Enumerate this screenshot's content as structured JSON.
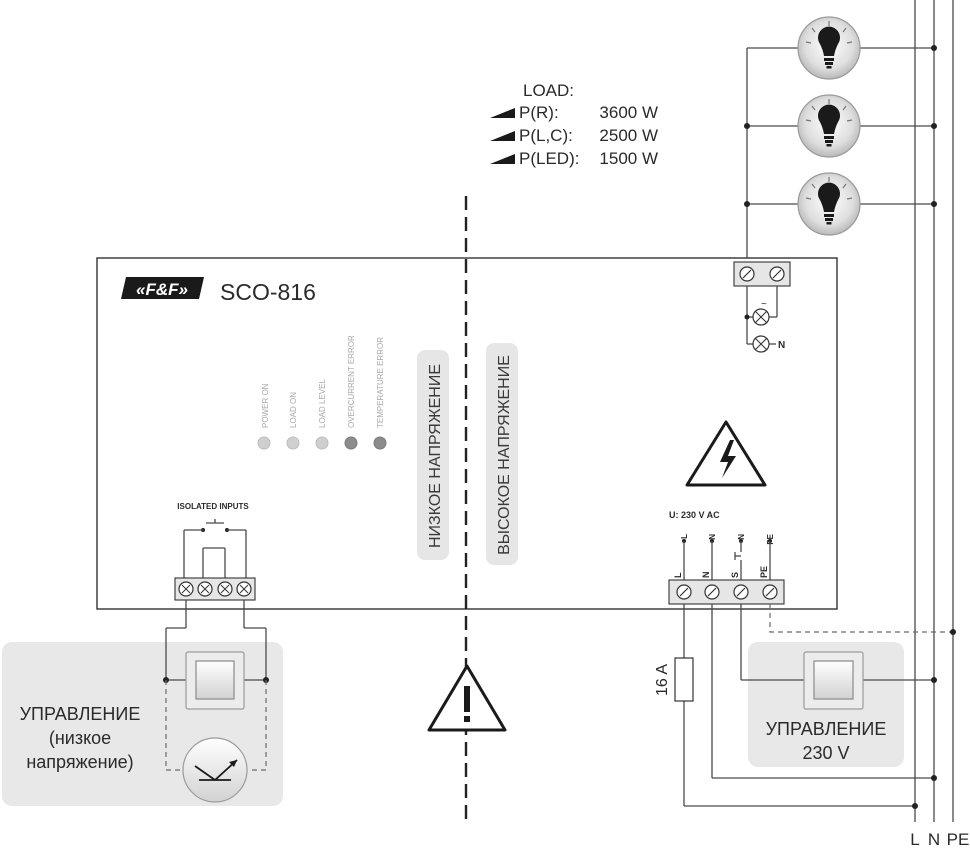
{
  "load": {
    "header": "LOAD:",
    "rows": [
      {
        "label": "P(R):",
        "value": "3600 W"
      },
      {
        "label": "P(L,C):",
        "value": "2500 W"
      },
      {
        "label": "P(LED):",
        "value": "1500 W"
      }
    ]
  },
  "device": {
    "brand": "«F&F»",
    "model": "SCO-816",
    "leds": [
      {
        "label": "POWER ON",
        "color": "#cfcfcf"
      },
      {
        "label": "LOAD ON",
        "color": "#cfcfcf"
      },
      {
        "label": "LOAD LEVEL",
        "color": "#cfcfcf"
      },
      {
        "label": "OVERCURRENT ERROR",
        "color": "#8c8c8c"
      },
      {
        "label": "TEMPERATURE ERROR",
        "color": "#8c8c8c"
      }
    ],
    "low_voltage_label": "НИЗКОЕ НАПРЯЖЕНИЕ",
    "high_voltage_label": "ВЫСОКОЕ НАПРЯЖЕНИЕ",
    "isolated_inputs_label": "ISOLATED INPUTS",
    "supply_label": "U: 230 V AC",
    "terminal_top_labels": [
      "L",
      "N",
      "N",
      "PE"
    ],
    "terminal_bottom_labels": [
      "L",
      "N",
      "S",
      "PE"
    ],
    "output_n_label": "N",
    "output_tilde": "~"
  },
  "control_low": {
    "line1": "УПРАВЛЕНИЕ",
    "line2": "(низкое",
    "line3": "напряжение)"
  },
  "control_230": {
    "line1": "УПРАВЛЕНИЕ",
    "line2": "230 V"
  },
  "fuse_label": "16 A",
  "bus_labels": [
    "L",
    "N",
    "PE"
  ],
  "colors": {
    "panel_fill": "#e8e8e8",
    "label_pill": "#e6e6e6",
    "brand_bg": "#1a1a1a"
  }
}
